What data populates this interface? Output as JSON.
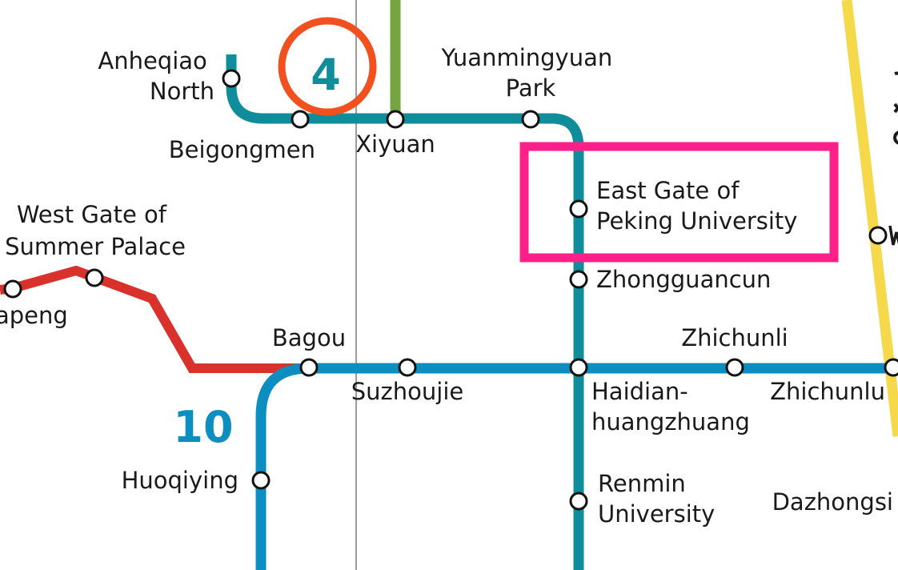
{
  "map": {
    "colors": {
      "line4": "#0f8d9b",
      "line10": "#0c8fc0",
      "lineRed": "#d9312c",
      "lineGreen": "#77a442",
      "lineYellow": "#f6d94a",
      "highlightBox": "#ff1f88",
      "highlightCircle": "#f2501e",
      "gridLine": "#9b9b9b"
    },
    "line_badges": {
      "line4": "4",
      "line10": "10"
    },
    "stations": {
      "anheqiao_north": [
        "Anheqiao",
        "North"
      ],
      "beigongmen": "Beigongmen",
      "xiyuan": "Xiyuan",
      "yuanmingyuan_park": [
        "Yuanmingyuan",
        "Park"
      ],
      "east_gate_pku": [
        "East Gate of",
        "Peking University"
      ],
      "zhongguancun": "Zhongguancun",
      "west_gate_summer_palace": [
        "West Gate of",
        "Summer Palace"
      ],
      "apeng": "apeng",
      "bagou": "Bagou",
      "suzhoujie": "Suzhoujie",
      "haidianhuangzhuang": [
        "Haidian-",
        "huangzhuang"
      ],
      "zhichunli": "Zhichunli",
      "zhichunlu": "Zhichunlu",
      "huoqiying": "Huoqiying",
      "renmin_university": [
        "Renmin",
        "University"
      ],
      "dazhongsi": "Dazhongsi"
    }
  }
}
